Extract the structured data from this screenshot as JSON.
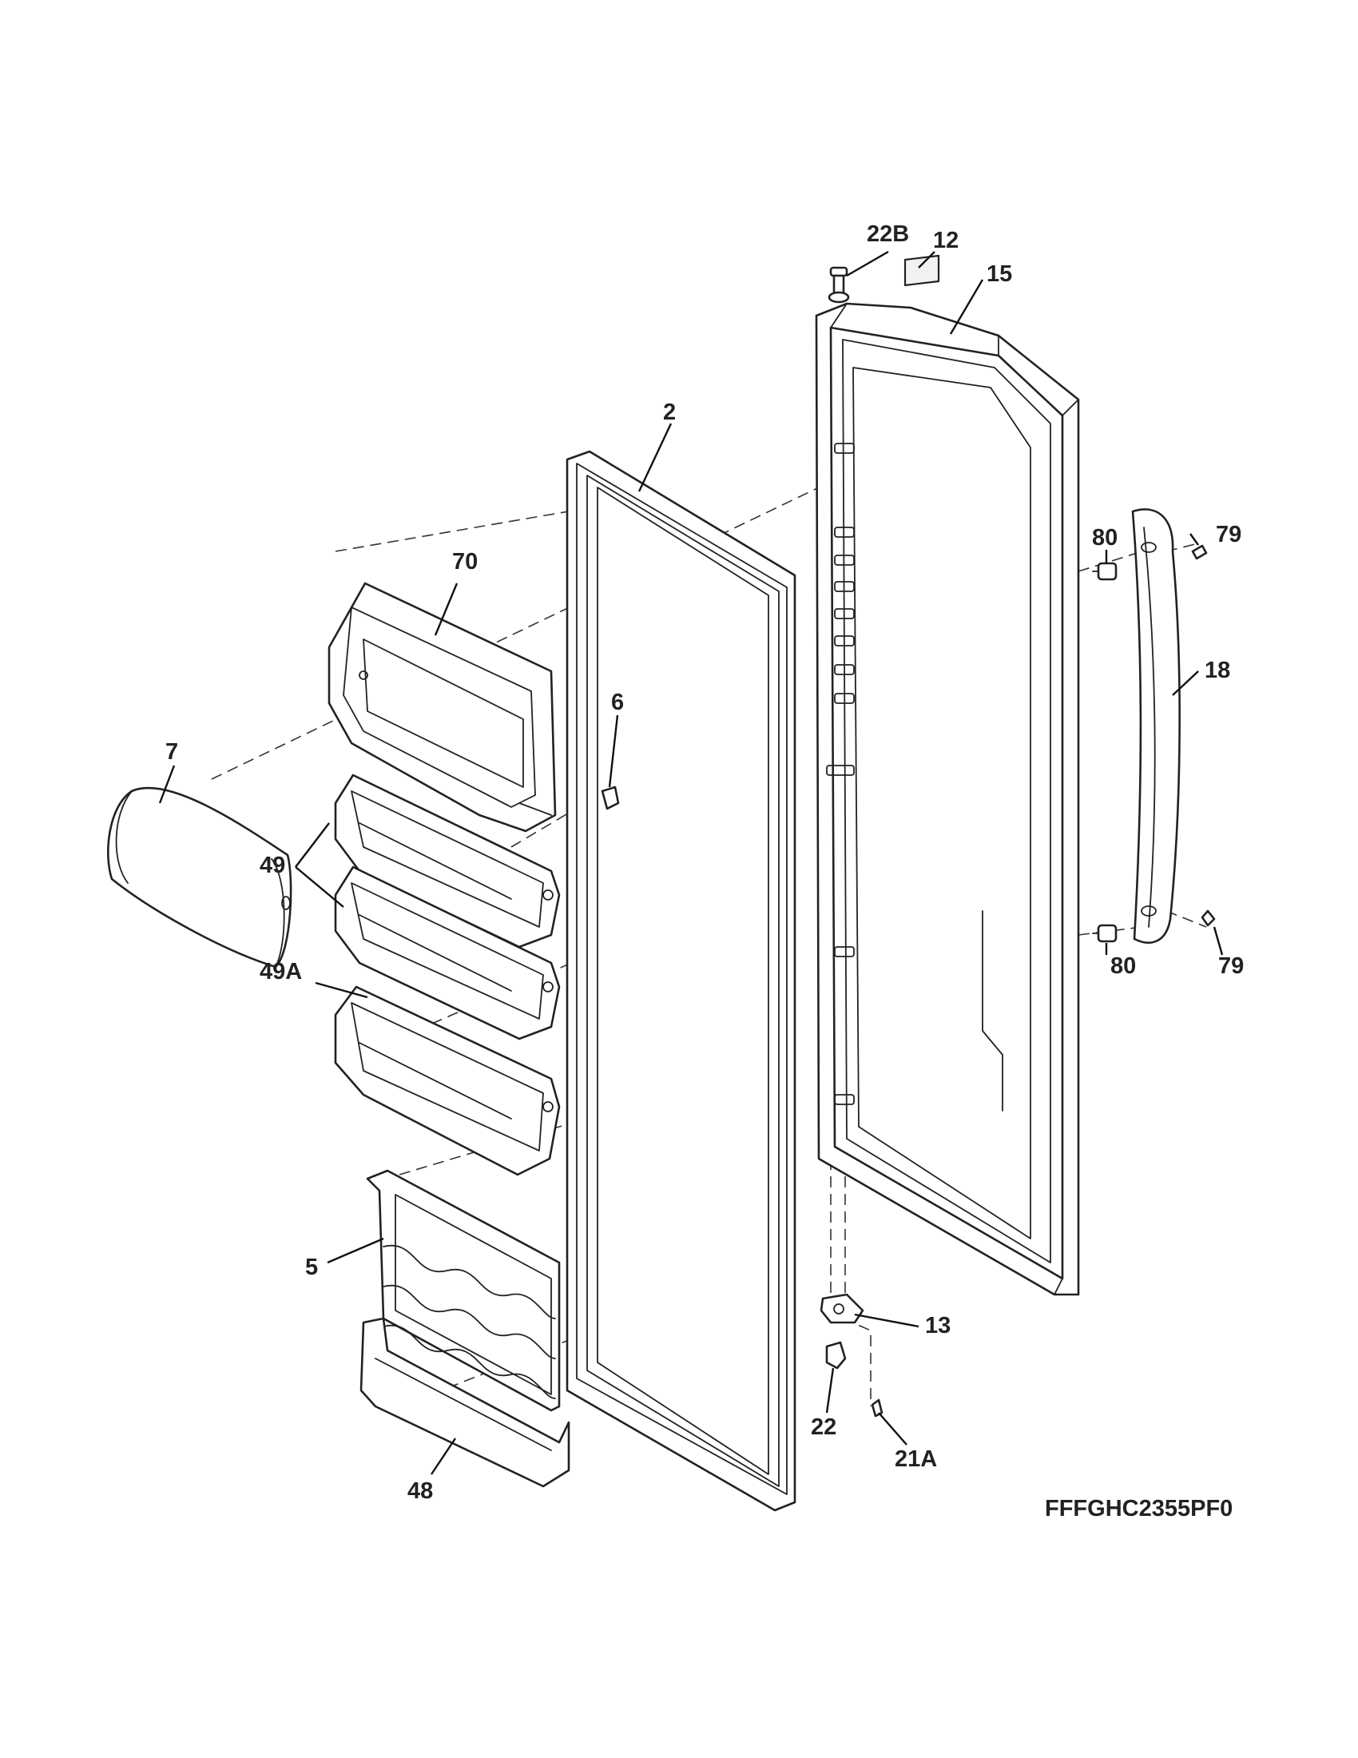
{
  "callouts": {
    "c22b": "22B",
    "c12": "12",
    "c15": "15",
    "c2": "2",
    "c70": "70",
    "c80_top": "80",
    "c79_top": "79",
    "c18": "18",
    "c6": "6",
    "c7": "7",
    "c49": "49",
    "c49a": "49A",
    "c80_bottom": "80",
    "c79_bottom": "79",
    "c5": "5",
    "c13": "13",
    "c22": "22",
    "c21a": "21A",
    "c48": "48"
  },
  "model_number": "FFFGHC2355PF0"
}
